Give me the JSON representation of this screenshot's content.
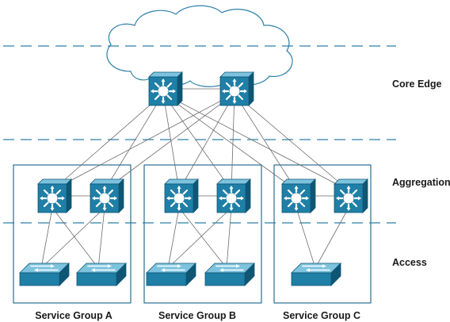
{
  "layers": {
    "core": "Core Edge",
    "aggregation": "Aggregation",
    "access": "Access"
  },
  "groups": {
    "a": "Service Group A",
    "b": "Service Group B",
    "c": "Service Group C"
  },
  "colors": {
    "device_fill": "#1f7fa6",
    "device_dark": "#0f5675",
    "device_top": "#7dc3de",
    "divider": "#2e7fa8",
    "link": "#6e6e6e",
    "group_border": "#2a6f8f",
    "cloud_stroke": "#2e7fa8"
  },
  "icons": {
    "core": "layer3-switch-icon",
    "aggregation": "layer3-switch-icon",
    "access": "workgroup-switch-icon",
    "cloud": "cloud-icon"
  }
}
